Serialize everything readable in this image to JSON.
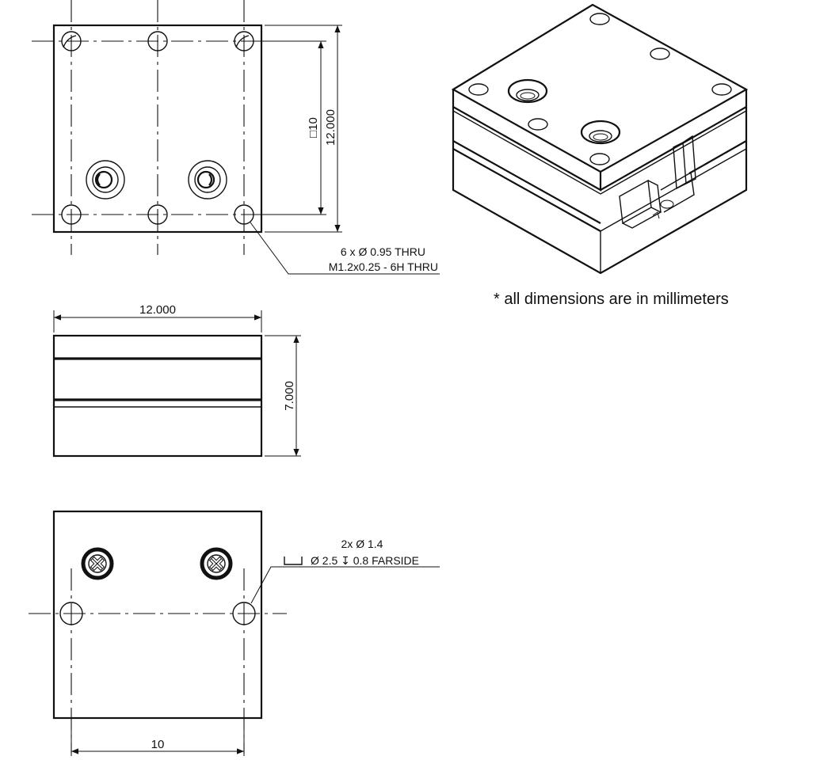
{
  "top_view": {
    "dim_square": "□10",
    "dim_height": "12.000",
    "callout_line1": "6 x  Ø  0.95  THRU",
    "callout_line2": "M1.2x0.25  - 6H THRU"
  },
  "front_view": {
    "dim_width": "12.000",
    "dim_height": "7.000"
  },
  "bottom_view": {
    "callout_line1": "2x  Ø 1.4",
    "callout_line2": "Ø 2.5 ↧ 0.8 FARSIDE",
    "dim_spacing": "10"
  },
  "note": "* all dimensions are in millimeters",
  "colors": {
    "ink": "#111111",
    "paper": "#ffffff"
  }
}
